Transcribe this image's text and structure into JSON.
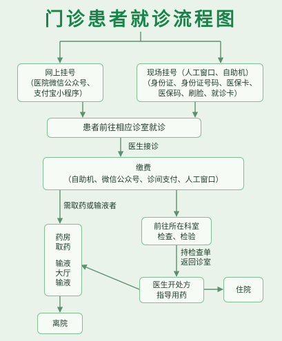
{
  "title": "门诊患者就诊流程图",
  "nodes": {
    "online": {
      "line1": "网上挂号",
      "line2": "（医院微信公众号、",
      "line3": "支付宝小程序）"
    },
    "onsite": {
      "line1": "现场挂号（人工窗口、自助机）",
      "line2": "（身份证、身份证号码、医保卡、",
      "line3": "医保码、刷脸、就诊卡）"
    },
    "goto_clinic": "患者前往相应诊室就诊",
    "payment": {
      "line1": "缴费",
      "line2": "（自助机、微信公众号、诊间支付、人工窗口）"
    },
    "pharmacy": {
      "line1": "药房",
      "line2": "取药",
      "line3": "输液",
      "line4": "大厅",
      "line5": "输液"
    },
    "exam": {
      "line1": "前往所在科室",
      "line2": "检查、检验"
    },
    "prescribe": {
      "line1": "医生开处方",
      "line2": "指导用药"
    },
    "hospitalize": "住院",
    "leave": "离院"
  },
  "labels": {
    "doctor_consult": "医生接诊",
    "need_medicine": "需取药或输液者",
    "return_with_results": {
      "line1": "持检查单",
      "line2": "返回诊室"
    }
  }
}
